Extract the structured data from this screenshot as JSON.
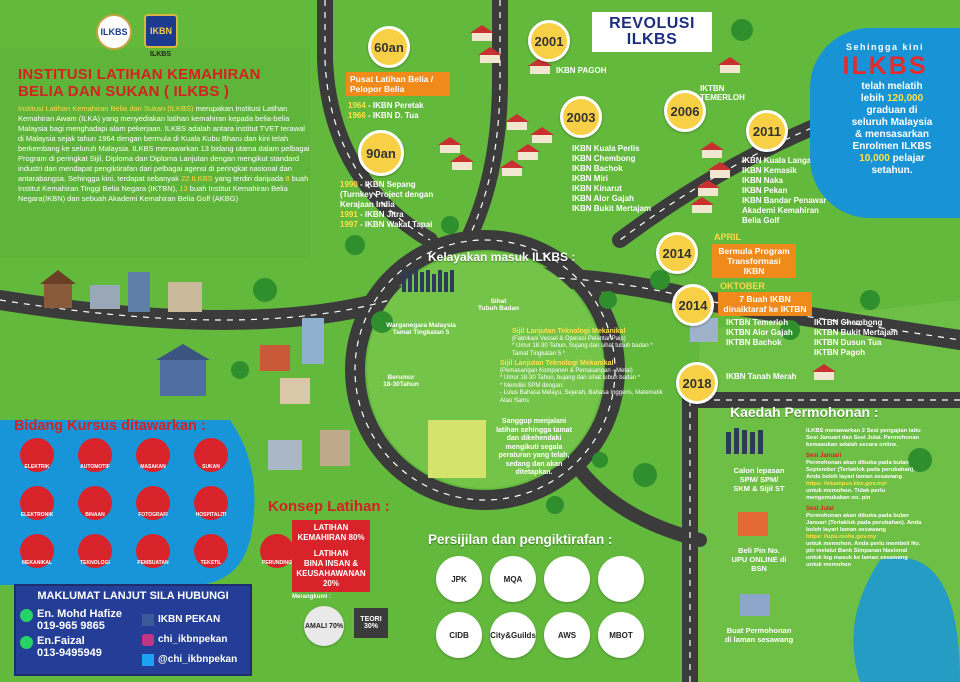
{
  "logos": [
    "ILKBS",
    "IKBN"
  ],
  "logo_caption": "ILKBS",
  "title_line1": "INSTITUSI LATIHAN KEMAHIRAN",
  "title_line2": "BELIA DAN SUKAN ( ILKBS )",
  "intro": {
    "hl1": "Institusi Latihan Kemahiran Belia dan Sukan (ILKBS)",
    "p1": "merupakan Institusi Latihan Kemahiran Awam (ILKA) yang menyediakan latihan kemahiran kepada belia-belia Malaysia bagi menghadapi alam pekerjaan. ILKBS adalah antara institut TVET terawal di Malaysia sejak tahun 1964 dengan bermula di Kuala Kubu Bharu dan kini telah berkembang ke seluruh Malaysia. ILKBS menawarkan 13 bidang utama dalam pelbagai Program di peringkat Sijil, Diploma dan Diploma Lanjutan dengan mengikut standard industri dan mendapat pengiktirafan dari pelbagai agensi di peringkat nasional dan antarabangsa. Sehingga kini, terdapat sebanyak",
    "n22": "22 ILKBS",
    "p2": "yang terdiri daripada",
    "n8": "8",
    "p3": "buah Institut Kemahiran Tinggi Belia Negara (IKTBN),",
    "n13": "13",
    "p4": "buah Institut Kemahiran Belia Negara(IKBN) dan sebuah Akademi Kemahiran Belia Golf (AKBG)"
  },
  "revolusi": {
    "line1": "REVOLUSI",
    "line2": "ILKBS"
  },
  "timeline": {
    "y60": {
      "year": "60an",
      "badge": "Pusat Latihan Belia / Pelopor Belia",
      "items": [
        {
          "year": "1964",
          "name": "- IKBN Peretak"
        },
        {
          "year": "1966",
          "name": "- IKBN D. Tua"
        }
      ]
    },
    "y90": {
      "year": "90an",
      "items": [
        {
          "year": "1990",
          "name": "- IKBN Sepang (Turnkey Project dengan Kerajaan India"
        },
        {
          "year": "1991",
          "name": "- IKBN Jitra"
        },
        {
          "year": "1997",
          "name": "- IKBN Wakaf Tapai"
        }
      ]
    },
    "y2001": {
      "year": "2001",
      "items": [
        "IKBN PAGOH"
      ]
    },
    "y2003": {
      "year": "2003",
      "items": [
        "IKBN Kuala Perlis",
        "IKBN Chembong",
        "IKBN Bachok",
        "IKBN Miri",
        "IKBN Kinarut",
        "IKBN Alor Gajah",
        "IKBN Bukit Mertajam"
      ]
    },
    "y2006": {
      "year": "2006",
      "items": [
        {
          "a": "IKTBN",
          "b": "TEMERLOH"
        }
      ]
    },
    "y2011": {
      "year": "2011",
      "items": [
        "IKBN Kuala Langat",
        "IKBN Kemasik",
        "IKBN Naka",
        "IKBN Pekan",
        "IKBN Bandar Penawar",
        "Akademi Kemahiran",
        "Belia Golf"
      ]
    },
    "y2014a": {
      "year": "2014",
      "month": "APRIL",
      "badge1": "Bermula Program",
      "badge2": "Transformasi IKBN"
    },
    "y2014o": {
      "year": "2014",
      "month": "OKTOBER",
      "badge1": "7 Buah IKBN",
      "badge2": "dinaiktaraf ke IKTBN",
      "col1": [
        "IKTBN Temerloh",
        "IKTBN Alor Gajah",
        "IKTBN Bachok"
      ],
      "col2": [
        "IKTBN Chembong",
        "IKTBN Bukit Mertajam",
        "IKTBN Dusun Tua",
        "IKTBN Pagoh"
      ]
    },
    "y2018": {
      "year": "2018",
      "items": [
        "IKBN Tanah Merah"
      ]
    }
  },
  "stats": {
    "lead": "Sehingga kini",
    "big": "ILKBS",
    "l1": "telah melatih",
    "l2": "lebih",
    "n1": "120,000",
    "l3": "graduan di",
    "l4": "seluruh Malaysia",
    "l5": "& mensasarkan Enrolmen ILKBS",
    "n2": "10,000",
    "l6": "pelajar",
    "l7": "setahun."
  },
  "kelayakan": {
    "title": "Kelayakan masuk ILKBS :",
    "sihat1": "Sihat",
    "sihat2": "Tubuh Badan",
    "warga1": "Warganegara Malaysia",
    "warga2": "Tamat Tingkatan 5",
    "umur1": "Berumur",
    "umur2": "18-30Tahun",
    "stl1": {
      "title": "Sijil Lanjutan Teknologi Mekanikal",
      "sub": "(Fabrikasi Vessel & Operasi Pelantar Paip)",
      "note": "* Umur 18-30 Tahun, Sujang dan sihat tubuh badan * Tamat Tingkatan 5 *"
    },
    "stl2": {
      "title": "Sijil Lanjutan Teknologi Mekanikal",
      "sub": "(Pemasangan Komponen & Pemasangan - Metal)",
      "note": "* Umur 18-30 Tahun, bujang dan sihat tubuh badan *",
      "note2": "* Memiliki SPM dengan:",
      "note3": "- Lulus Bahasa Melayu, Sejarah, Bahasa Inggeris, Matematik Atau Sains"
    },
    "tamat": "Sanggup menjalani latihan sehingga tamat dan dikehendaki mengikuti segala peraturan yang telah, sedang dan akan ditetapkan."
  },
  "bidang": {
    "title": "Bidang Kursus ditawarkan :",
    "courses": [
      "ELEKTRIK",
      "AUTOMOTIF",
      "MASAKAN",
      "SUKAN",
      "ELEKTRONIK",
      "BINAAN",
      "FOTOGRAFI",
      "HOSPITALITI",
      "MEKANIKAL",
      "TEKNOLOGI",
      "PEMBUATAN",
      "TEKSTIL",
      "PERUNDING"
    ]
  },
  "konsep": {
    "title": "Konsep Latihan :",
    "box1a": "LATIHAN",
    "box1b": "KEMAHIRAN 80%",
    "box2a": "LATIHAN",
    "box2b": "BINA INSAN &",
    "box2c": "KEUSAHAWANAN 20%",
    "merangkumi": "Merangkumi :",
    "amali": "AMALI 70%",
    "teori": "TEORI 30%"
  },
  "persijilan": {
    "title": "Persijilan dan pengiktirafan :",
    "certs": [
      "JPK",
      "MQA",
      "",
      "",
      "CIDB",
      "City&Guilds",
      "AWS",
      "MBOT"
    ]
  },
  "kaedah": {
    "title": "Kaedah Permohonan :",
    "s1": [
      "Calon lepasan",
      "SPM/ SPM/",
      "SKM & Sijil ST"
    ],
    "s2": [
      "Beli Pin No.",
      "UPU ONLINE di",
      "BSN"
    ],
    "s3": [
      "Buat Permohonan",
      "di laman sesawang"
    ],
    "intro": "ILKBS menawarkan 2 Sesi pengajian iaitu Sesi Januari dan Sesi Julai. Permohonan kemasukan adalah secara online.",
    "jan": {
      "title": "Sesi Januari",
      "body": "Permohonan akan dibuka pada bulan September (Tertakluk pada perubahan). Anda boleh layari laman sesawang",
      "url": "https: //ekampus.kbs.gov.my/",
      "tail": "untuk memohon. Tidak perlu mengemukakan no. pin"
    },
    "jul": {
      "title": "Sesi Julai",
      "body": "Permohonan akan dibuka pada bulan Januari (Tertakluk pada perubahan). Anda boleh layari laman sesawang",
      "url": "https: //upu.mohe.gov.my",
      "tail": "untuk memohon. Anda perlu membeli No. pin melalui Bank Simpanan Nasional untuk log masuk ke laman sesawang untuk memohon"
    }
  },
  "contact": {
    "title": "MAKLUMAT LANJUT SILA HUBUNGI",
    "p1": {
      "name": "En. Mohd Hafize",
      "phone": "019-965 9865"
    },
    "p2": {
      "name": "En.Faizal",
      "phone": "013-9495949"
    },
    "fb": "IKBN PEKAN",
    "ig": "chi_ikbnpekan",
    "tw": "@chi_ikbnpekan"
  }
}
